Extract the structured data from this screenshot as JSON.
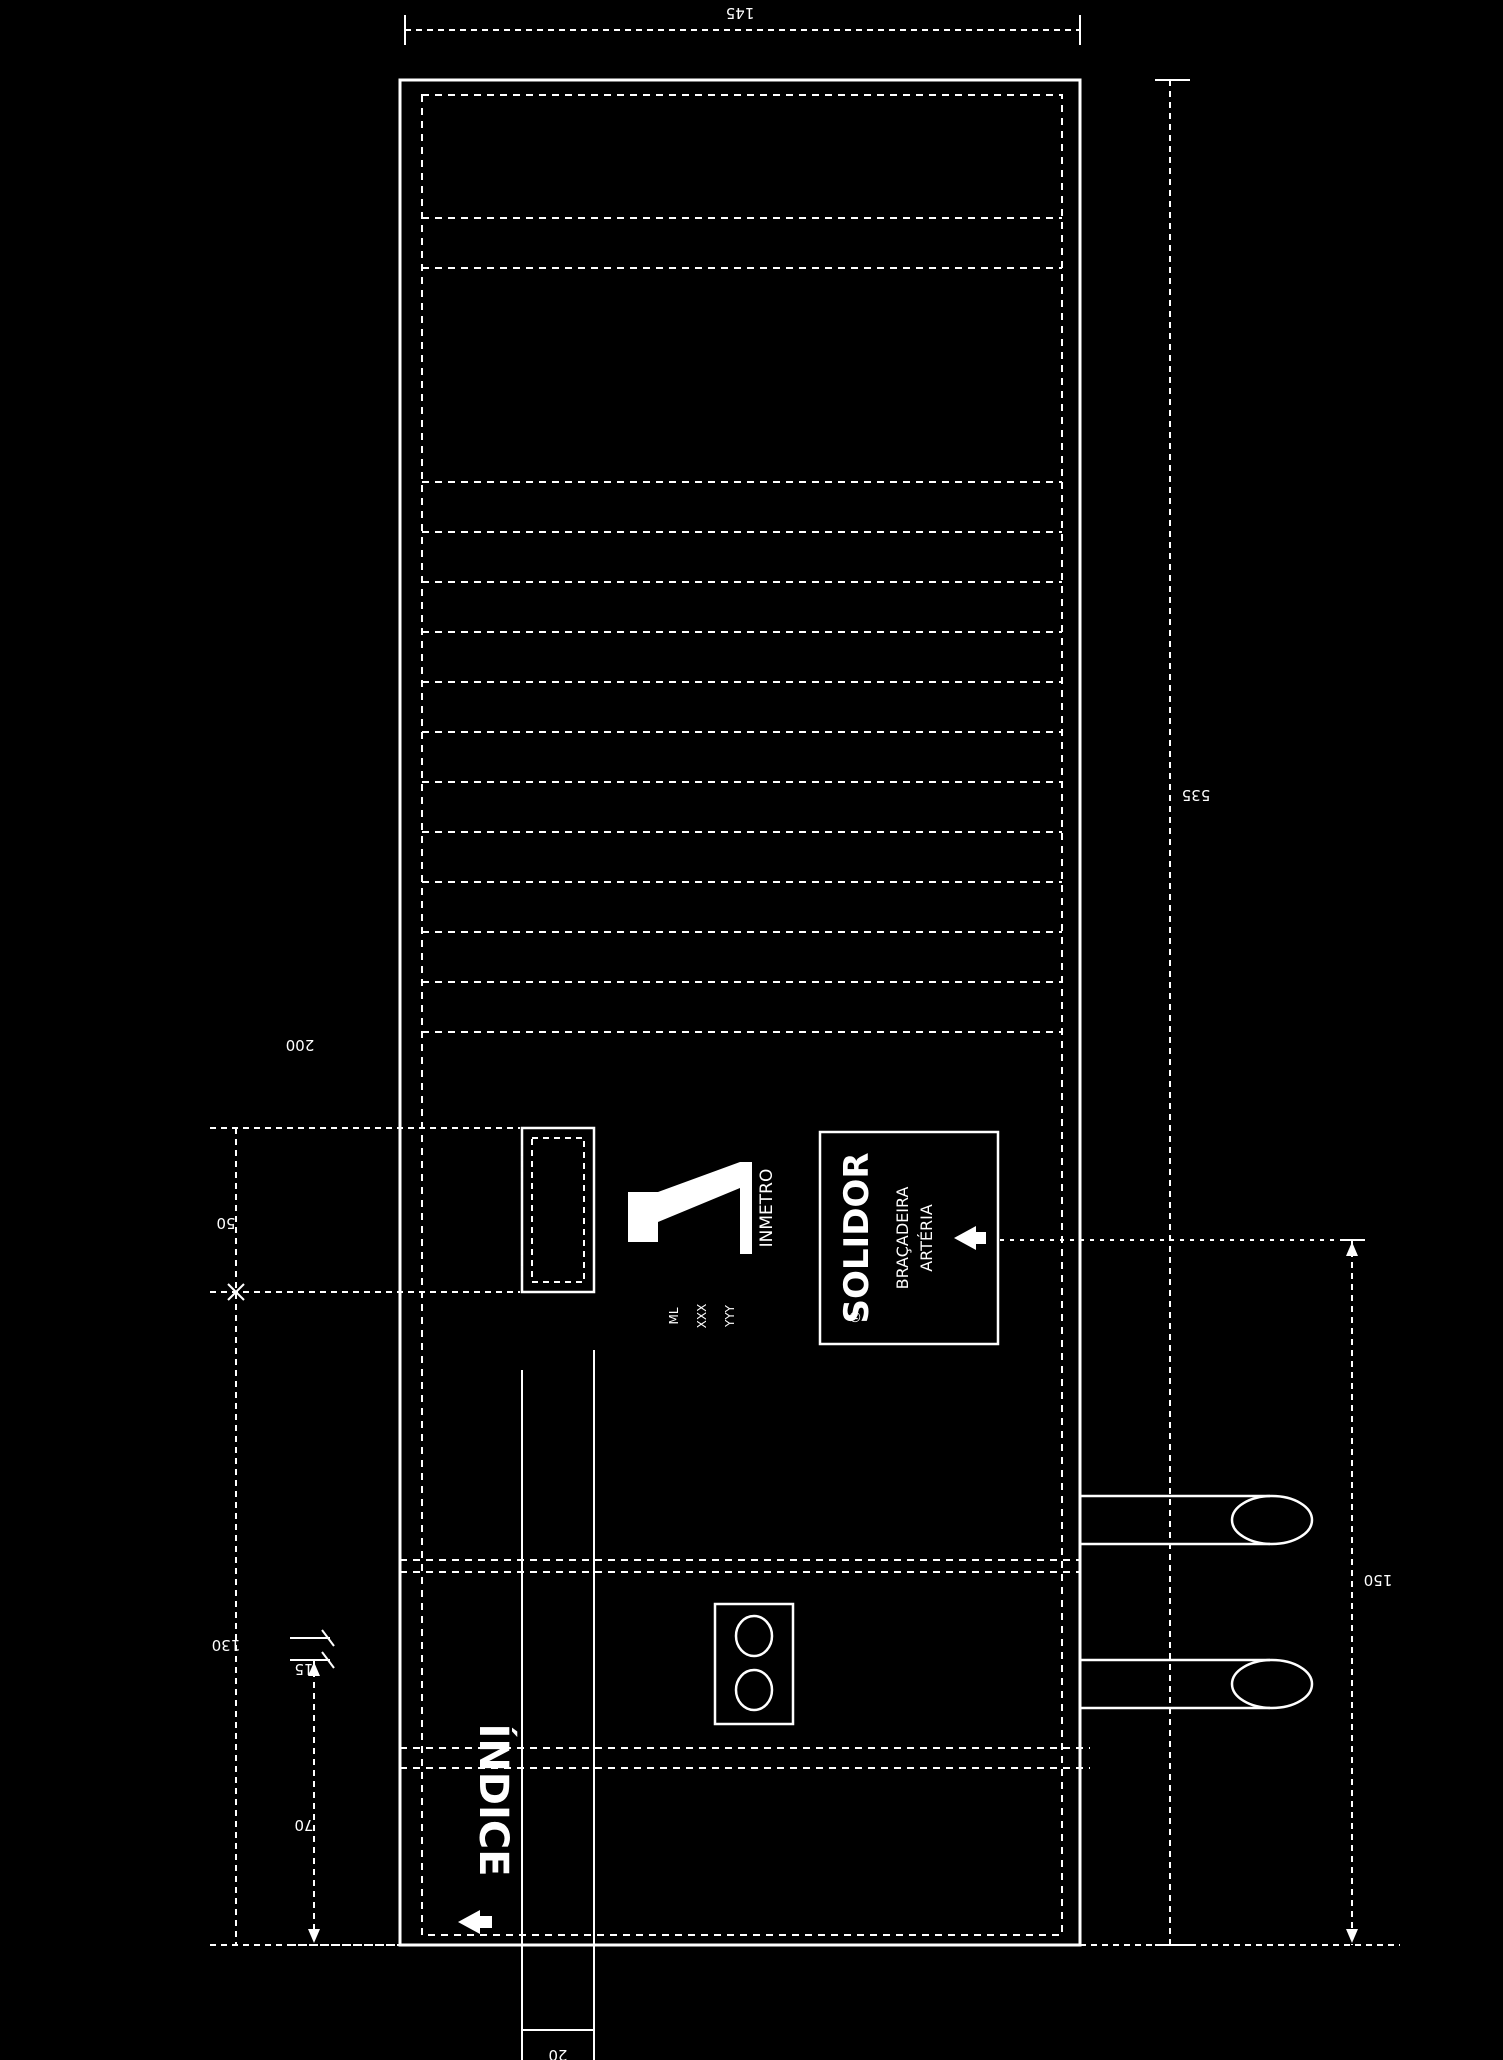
{
  "drawing": {
    "background": "#000000",
    "line_color": "#ffffff",
    "dimensions": {
      "top_width": "145",
      "total_length": "535",
      "upper_section": "200",
      "slot_length": "50",
      "index_section": "130",
      "index_offset": "70",
      "grip_width": "15",
      "strap_offset": "150",
      "bottom_small": "20"
    },
    "index_label": "ÍNDICE",
    "inmetro": {
      "label": "INMETRO",
      "lines": [
        "ML",
        "XXX",
        "YYY"
      ]
    },
    "brand": {
      "name": "SOLIDOR",
      "mark": "®",
      "line1": "BRAÇADEIRA",
      "line2": "ARTÉRIA"
    },
    "icons": {
      "index_arrow": "arrow-icon",
      "artery_arrow": "arrow-icon",
      "inmetro_logo": "inmetro-logo"
    }
  }
}
